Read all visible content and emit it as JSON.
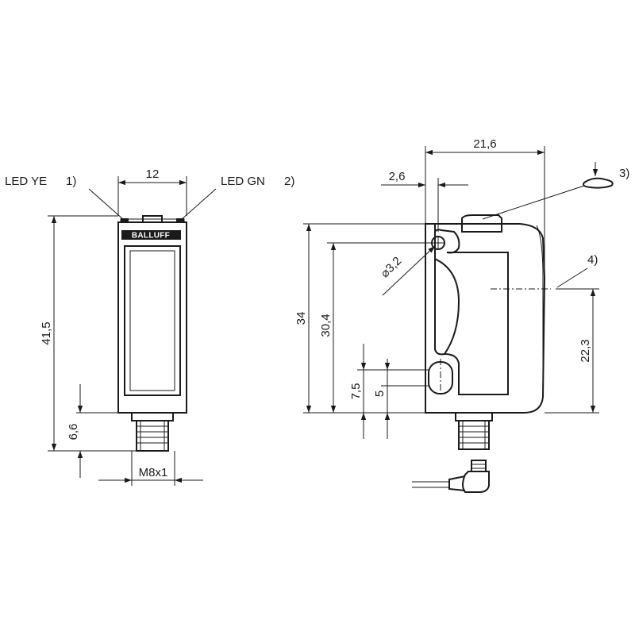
{
  "labels": {
    "led_ye": "LED YE",
    "led_ye_note": "1)",
    "led_gn": "LED GN",
    "led_gn_note": "2)",
    "brand": "BALLUFF",
    "note_3": "3)",
    "note_4": "4)",
    "thread": "M8x1"
  },
  "dimensions": {
    "front_width": "12",
    "front_height": "41,5",
    "connector_height": "6,6",
    "side_width": "21,6",
    "hole_offset": "2,6",
    "hole_diameter": "⌀3,2",
    "side_height": "34",
    "hole_height": "30,4",
    "slot_height": "7,5",
    "slot_inner": "5",
    "optical_axis_height": "22,3"
  }
}
